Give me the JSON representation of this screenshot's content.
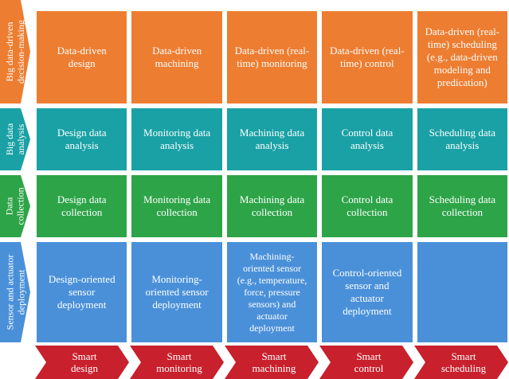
{
  "colors": {
    "decision": "#ed7d31",
    "analysis": "#1aa1a5",
    "collection": "#2ea448",
    "deployment": "#4a90d9",
    "bottom_arrows": "#c8202c"
  },
  "rows": [
    {
      "label_lines": [
        "Big data-driven",
        "decision-making"
      ],
      "cells": [
        [
          "Data-driven",
          "design"
        ],
        [
          "Data-driven",
          "machining"
        ],
        [
          "Data-driven (real-",
          "time) monitoring"
        ],
        [
          "Data-driven (real-",
          "time) control"
        ],
        [
          "Data-driven (real-",
          "time) scheduling",
          "(e.g., data-driven",
          "modeling and",
          "predication)"
        ]
      ]
    },
    {
      "label_lines": [
        "Big data",
        "analysis"
      ],
      "cells": [
        [
          "Design data",
          "analysis"
        ],
        [
          "Monitoring data",
          "analysis"
        ],
        [
          "Machining data",
          "analysis"
        ],
        [
          "Control data",
          "analysis"
        ],
        [
          "Scheduling data",
          "analysis"
        ]
      ]
    },
    {
      "label_lines": [
        "Data",
        "collection"
      ],
      "cells": [
        [
          "Design data",
          "collection"
        ],
        [
          "Monitoring data",
          "collection"
        ],
        [
          "Machining data",
          "collection"
        ],
        [
          "Control data",
          "collection"
        ],
        [
          "Scheduling data",
          "collection"
        ]
      ]
    },
    {
      "label_lines": [
        "Sensor and actuator",
        "deployment"
      ],
      "cells": [
        [
          "Design-oriented",
          "sensor",
          "deployment"
        ],
        [
          "Monitoring-",
          "oriented sensor",
          "deployment"
        ],
        [
          "Machining-",
          "oriented sensor",
          "(e.g., temperature,",
          "force, pressure",
          "sensors) and",
          "actuator",
          "deployment"
        ],
        [
          "Control-oriented",
          "sensor and",
          "actuator",
          "deployment"
        ],
        []
      ]
    }
  ],
  "bottom": [
    [
      "Smart",
      "design"
    ],
    [
      "Smart",
      "monitoring"
    ],
    [
      "Smart",
      "machining"
    ],
    [
      "Smart",
      "control"
    ],
    [
      "Smart",
      "scheduling"
    ]
  ]
}
